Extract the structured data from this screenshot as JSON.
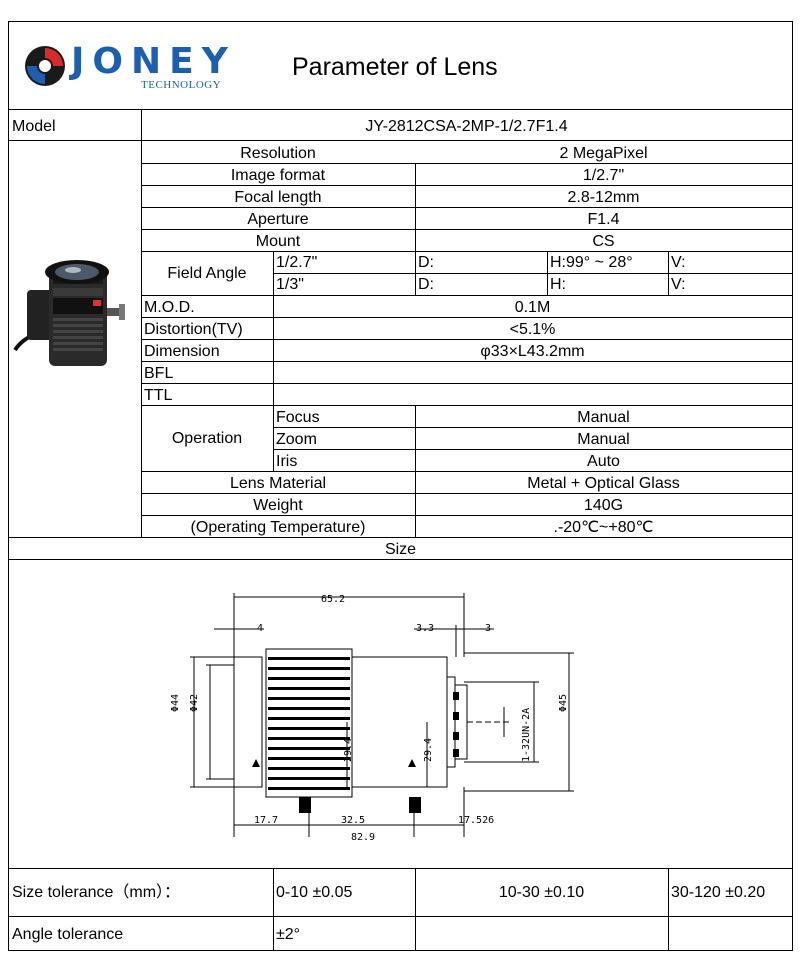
{
  "header": {
    "logo_text": "JONEY",
    "logo_sub": "TECHNOLOGY",
    "title": "Parameter of Lens"
  },
  "model": {
    "label": "Model",
    "value": "JY-2812CSA-2MP-1/2.7F1.4"
  },
  "params": {
    "resolution": {
      "label": "Resolution",
      "value": "2 MegaPixel"
    },
    "image_format": {
      "label": "Image format",
      "value": "1/2.7\""
    },
    "focal_length": {
      "label": "Focal length",
      "value": "2.8-12mm"
    },
    "aperture": {
      "label": "Aperture",
      "value": "F1.4"
    },
    "mount": {
      "label": "Mount",
      "value": "CS"
    },
    "field_angle": {
      "label": "Field Angle",
      "rows": [
        {
          "format": "1/2.7\"",
          "d": "D:",
          "h": "H:99° ~ 28°",
          "v": "V:"
        },
        {
          "format": "1/3\"",
          "d": "D:",
          "h": "H:",
          "v": "V:"
        }
      ]
    },
    "mod": {
      "label": "M.O.D.",
      "value": "0.1M"
    },
    "distortion": {
      "label": "Distortion(TV)",
      "value": "<5.1%"
    },
    "dimension": {
      "label": "Dimension",
      "value": "φ33×L43.2mm"
    },
    "bfl": {
      "label": "BFL",
      "value": ""
    },
    "ttl": {
      "label": "TTL",
      "value": ""
    },
    "operation": {
      "label": "Operation",
      "rows": [
        {
          "name": "Focus",
          "value": "Manual"
        },
        {
          "name": "Zoom",
          "value": "Manual"
        },
        {
          "name": "Iris",
          "value": "Auto"
        }
      ]
    },
    "lens_material": {
      "label": "Lens Material",
      "value": "Metal + Optical Glass"
    },
    "weight": {
      "label": "Weight",
      "value": "140G"
    },
    "temperature": {
      "label": "(Operating Temperature)",
      "value": ".-20℃~+80℃"
    }
  },
  "size": {
    "label": "Size",
    "drawing": {
      "dim_total": "65.2",
      "dim_4": "4",
      "dim_33": "3.3",
      "dim_3": "3",
      "dim_phi44": "Φ44",
      "dim_phi42": "Φ42",
      "dim_phi45": "Φ45",
      "dim_294a": "29.4",
      "dim_294b": "29.4",
      "dim_thread": "1-32UN-2A",
      "dim_177": "17.7",
      "dim_325": "32.5",
      "dim_17526": "17.526",
      "dim_829": "82.9"
    }
  },
  "tolerance": {
    "size_label": "Size tolerance（mm）：",
    "size_values": [
      "0-10 ±0.05",
      "10-30 ±0.10",
      "30-120 ±0.20"
    ],
    "angle_label": "Angle tolerance",
    "angle_value": "±2°"
  },
  "colors": {
    "logo_blue": "#1c5fb0",
    "logo_red": "#d92b2b",
    "ir_red": "#e03030"
  }
}
